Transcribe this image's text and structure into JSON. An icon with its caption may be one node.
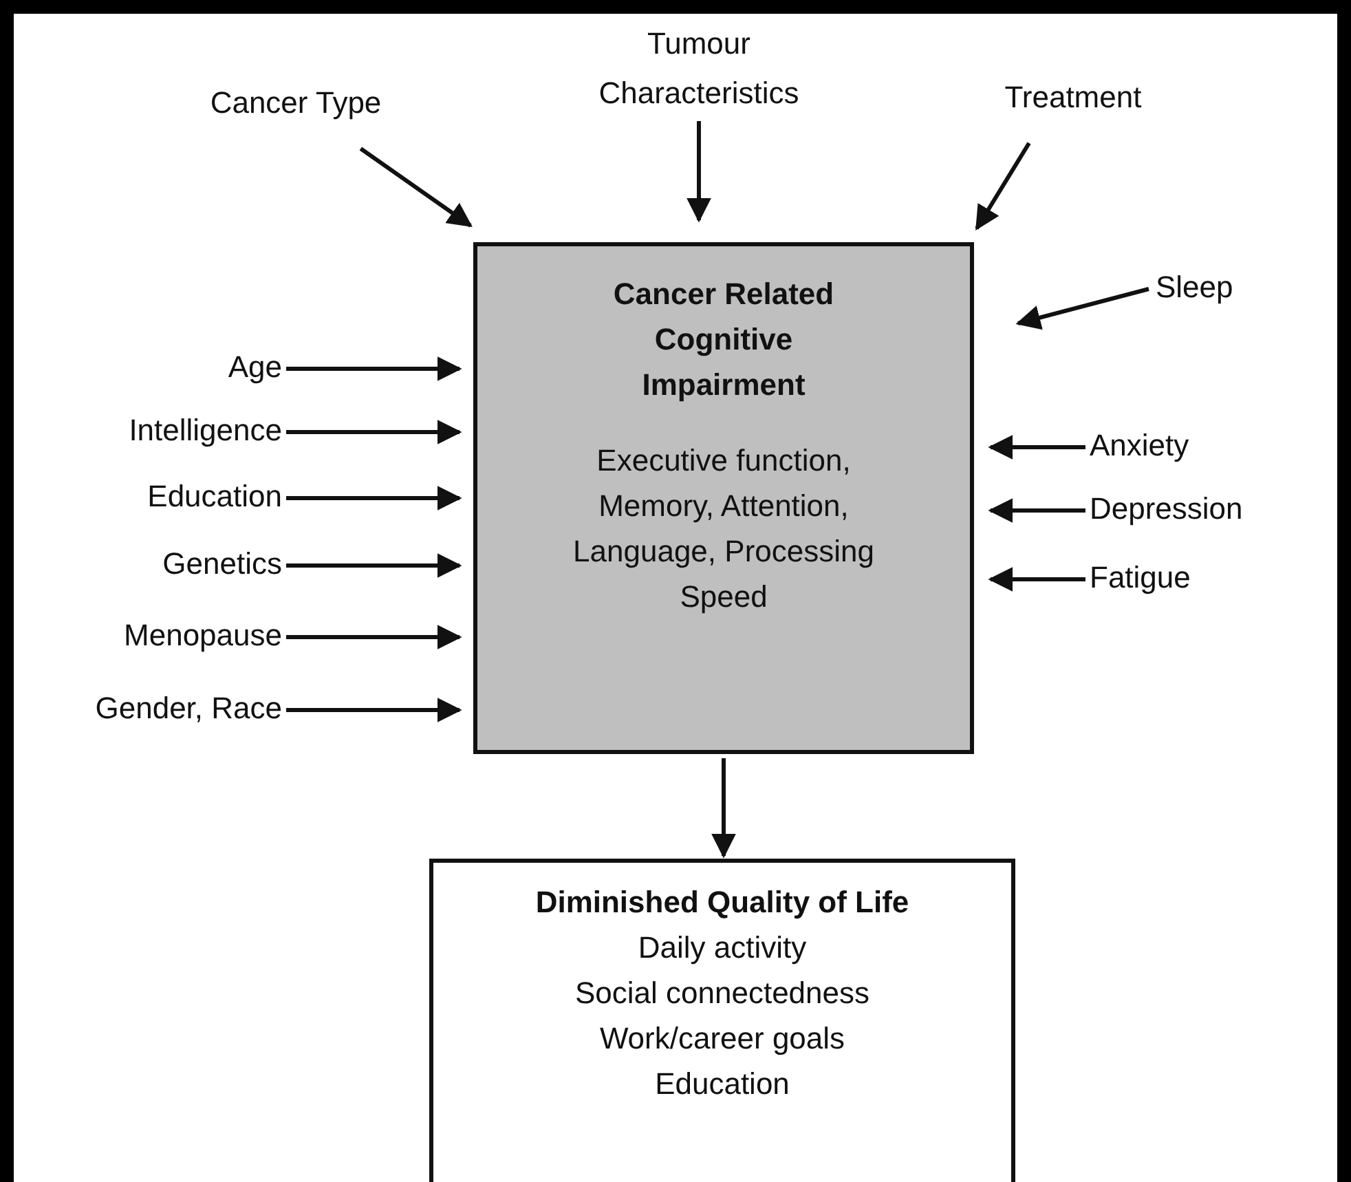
{
  "diagram": {
    "nodes": [
      {
        "text": [
          "Cancer Related Cognitive Impairment",
          "Executive function, Memory, Attention, Language, Processing Speed"
        ]
      },
      {
        "text": [
          "Diminished Quality of Life",
          "Daily activity",
          "Social connectedness",
          "Work/career goals",
          "Education"
        ]
      },
      {
        "text": [
          "Cancer Type"
        ]
      },
      {
        "text": [
          "Tumour Characteristics"
        ]
      },
      {
        "text": [
          "Treatment"
        ]
      },
      {
        "text": [
          "Sleep"
        ]
      },
      {
        "text": [
          "Age"
        ]
      },
      {
        "text": [
          "Intelligence"
        ]
      },
      {
        "text": [
          "Education"
        ]
      },
      {
        "text": [
          "Genetics"
        ]
      },
      {
        "text": [
          "Menopause"
        ]
      },
      {
        "text": [
          "Gender, Race"
        ]
      },
      {
        "text": [
          "Anxiety"
        ]
      },
      {
        "text": [
          "Depression"
        ]
      },
      {
        "text": [
          "Fatigue"
        ]
      }
    ],
    "edges": [
      {
        "from": 0,
        "to": 1,
        "arrow": "to"
      },
      {
        "from": 2,
        "to": 0,
        "arrow": "to"
      },
      {
        "from": 3,
        "to": 0,
        "arrow": "to"
      },
      {
        "from": 4,
        "to": 0,
        "arrow": "to"
      },
      {
        "from": 5,
        "to": 0,
        "arrow": "to"
      },
      {
        "from": 6,
        "to": 0,
        "arrow": "to"
      },
      {
        "from": 7,
        "to": 0,
        "arrow": "to"
      },
      {
        "from": 8,
        "to": 0,
        "arrow": "to"
      },
      {
        "from": 9,
        "to": 0,
        "arrow": "to"
      },
      {
        "from": 10,
        "to": 0,
        "arrow": "to"
      },
      {
        "from": 11,
        "to": 0,
        "arrow": "to"
      },
      {
        "from": 12,
        "to": 0,
        "arrow": "to"
      },
      {
        "from": 13,
        "to": 0,
        "arrow": "to"
      },
      {
        "from": 14,
        "to": 0,
        "arrow": "to"
      }
    ]
  }
}
